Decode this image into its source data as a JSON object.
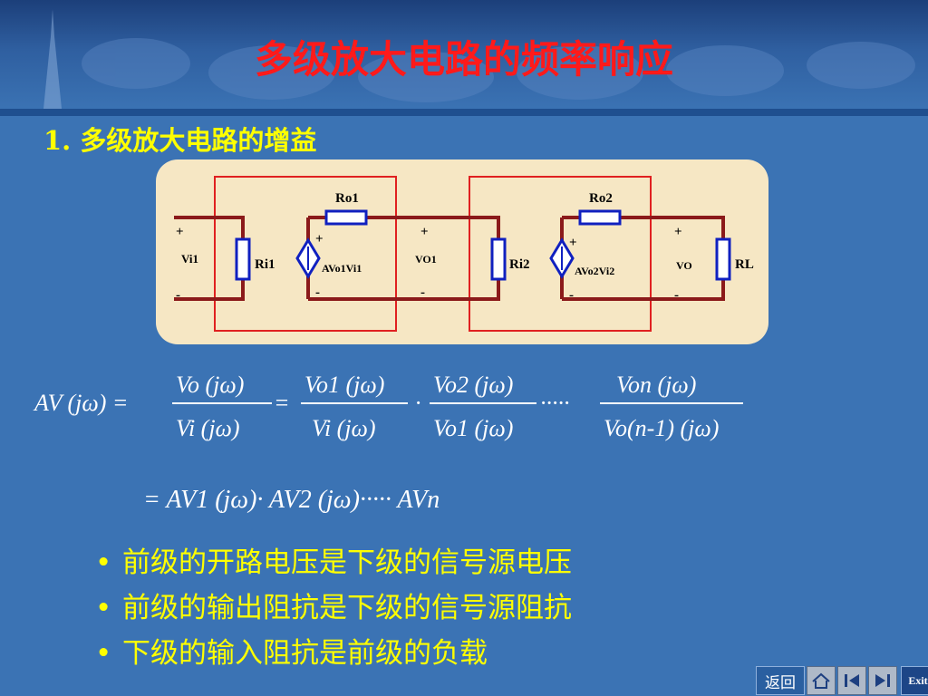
{
  "title": "多级放大电路的频率响应",
  "section": "1.  多级放大电路的增益",
  "circuit": {
    "ro1": "Ro1",
    "ro2": "Ro2",
    "ri1": "Ri1",
    "ri2": "Ri2",
    "rl": "RL",
    "vi1": "Vi1",
    "vo1": "VO1",
    "vo": "VO",
    "src1": "AVo1Vi1",
    "src2": "AVo2Vi2",
    "plus": "+",
    "minus": "-"
  },
  "equation1": {
    "lhs": "AV (jω) =",
    "frac1_num": "Vo (jω)",
    "frac1_den": "Vi (jω)",
    "eq": "=",
    "frac2_num": "Vo1 (jω)",
    "frac2_den": "Vi (jω)",
    "dot": "·",
    "frac3_num": "Vo2 (jω)",
    "frac3_den": "Vo1 (jω)",
    "dots": "·····",
    "frac4_num": "Von (jω)",
    "frac4_den": "Vo(n-1) (jω)"
  },
  "equation2": "= AV1 (jω)· AV2 (jω)····· AVn",
  "bullets": [
    "前级的开路电压是下级的信号源电压",
    "前级的输出阻抗是下级的信号源阻抗",
    "下级的输入阻抗是前级的负载"
  ],
  "nav": {
    "back": "返回",
    "exit": "Exit"
  },
  "colors": {
    "background": "#3b73b4",
    "title": "#ff1a1a",
    "text_yellow": "#ffff00",
    "wire": "#8b1a1a"
  }
}
